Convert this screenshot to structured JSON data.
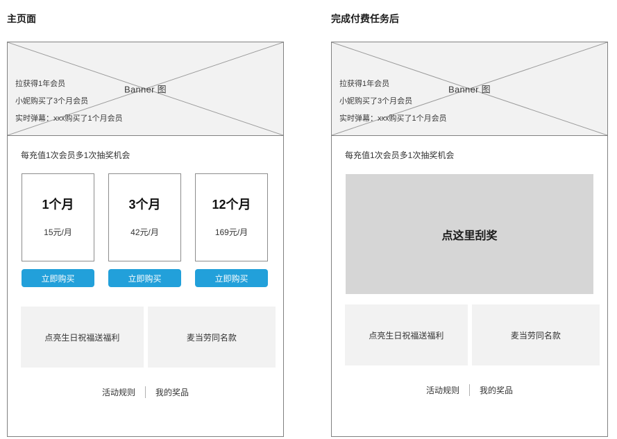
{
  "panels": [
    {
      "title": "主页面",
      "banner": {
        "label": "Banner 图",
        "lines": [
          "拉获得1年会员",
          "小妮购买了3个月会员",
          "实时弹幕：xxx购买了1个月会员"
        ]
      },
      "promo_note": "每充值1次会员多1次抽奖机会",
      "variant": "plans",
      "plans": [
        {
          "duration": "1个月",
          "price": "15元/月",
          "buy_label": "立即购买"
        },
        {
          "duration": "3个月",
          "price": "42元/月",
          "buy_label": "立即购买"
        },
        {
          "duration": "12个月",
          "price": "169元/月",
          "buy_label": "立即购买"
        }
      ],
      "tiles": [
        "点亮生日祝福送福利",
        "麦当劳同名款"
      ],
      "footer_links": [
        "活动规则",
        "我的奖品"
      ]
    },
    {
      "title": "完成付费任务后",
      "banner": {
        "label": "Banner 图",
        "lines": [
          "拉获得1年会员",
          "小妮购买了3个月会员",
          "实时弹幕：xxx购买了1个月会员"
        ]
      },
      "promo_note": "每充值1次会员多1次抽奖机会",
      "variant": "scratch",
      "scratch_label": "点这里刮奖",
      "tiles": [
        "点亮生日祝福送福利",
        "麦当劳同名款"
      ],
      "footer_links": [
        "活动规则",
        "我的奖品"
      ]
    }
  ],
  "colors": {
    "accent": "#22a0da",
    "banner_bg": "#f2f2f2",
    "scratch_bg": "#d6d6d6",
    "tile_bg": "#f2f2f2",
    "border": "#808080"
  }
}
